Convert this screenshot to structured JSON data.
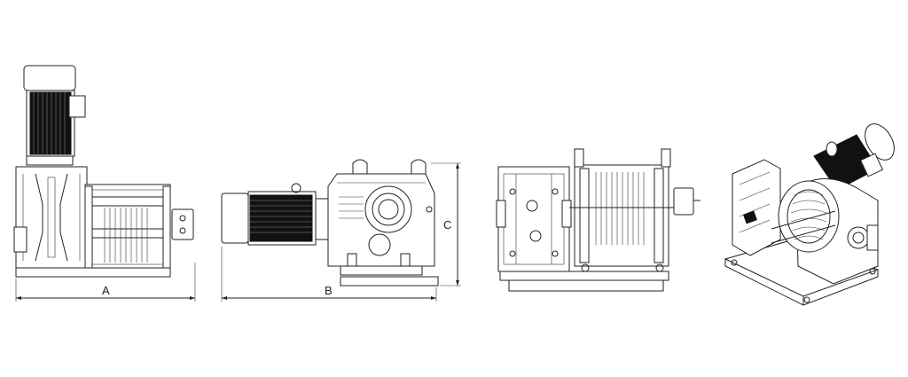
{
  "dimensions": {
    "a": "A",
    "b": "B",
    "c": "C"
  },
  "views": [
    {
      "id": "side-view"
    },
    {
      "id": "front-view"
    },
    {
      "id": "rear-view"
    },
    {
      "id": "isometric-view"
    }
  ],
  "colors": {
    "line": "#222222",
    "motor_fill": "#111111",
    "background": "#ffffff"
  }
}
